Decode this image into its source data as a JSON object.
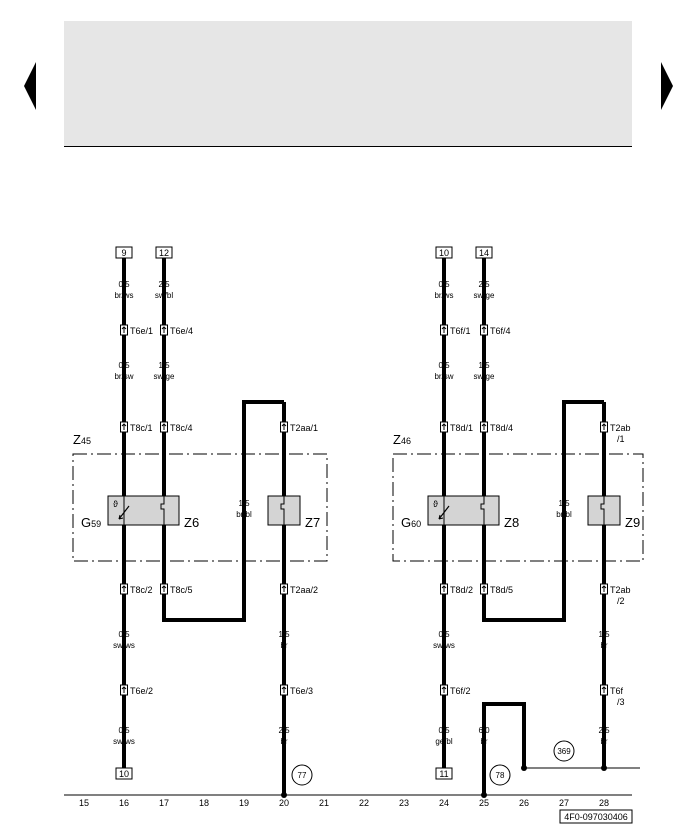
{
  "nav": {
    "prev_icon": "triangle-left-icon",
    "next_icon": "triangle-right-icon"
  },
  "drawing_id": "4F0-097030406",
  "track_numbers": [
    "15",
    "16",
    "17",
    "18",
    "19",
    "20",
    "21",
    "22",
    "23",
    "24",
    "25",
    "26",
    "27",
    "28"
  ],
  "left_group": {
    "zone_label": "Z",
    "zone_sub": "45",
    "sensor_label": "G",
    "sensor_sub": "59",
    "element_a": "Z6",
    "element_b": "Z7",
    "bottom_ground": "77",
    "wires": {
      "w16": {
        "top_ref": "9",
        "seg1": [
          "0,5",
          "br/ws"
        ],
        "conn1": "T6e/1",
        "seg2": [
          "0,5",
          "br/sw"
        ],
        "conn2": "T8c/1",
        "conn3": "T8c/2",
        "seg3": [
          "0,5",
          "sw/ws"
        ],
        "conn4": "T6e/2",
        "seg4": [
          "0,5",
          "sw/ws"
        ],
        "bottom_ref": "10"
      },
      "w17": {
        "top_ref": "12",
        "seg1": [
          "2,5",
          "sw/bl"
        ],
        "conn1": "T6e/4",
        "seg2": [
          "1,5",
          "sw/ge"
        ],
        "conn2": "T8c/4",
        "conn3": "T8c/5"
      },
      "w19": {
        "seg": [
          "1,5",
          "br/bl"
        ]
      },
      "w20": {
        "conn1": "T2aa/1",
        "conn2": "T2aa/2",
        "seg3": [
          "1,5",
          "br"
        ],
        "conn4": "T6e/3",
        "seg4": [
          "2,5",
          "br"
        ]
      }
    }
  },
  "right_group": {
    "zone_label": "Z",
    "zone_sub": "46",
    "sensor_label": "G",
    "sensor_sub": "60",
    "element_a": "Z8",
    "element_b": "Z9",
    "bottom_ground": "78",
    "wires": {
      "w24": {
        "top_ref": "10",
        "seg1": [
          "0,5",
          "br/ws"
        ],
        "conn1": "T6f/1",
        "seg2": [
          "0,5",
          "br/sw"
        ],
        "conn2": "T8d/1",
        "conn3": "T8d/2",
        "seg3": [
          "0,5",
          "sw/ws"
        ],
        "conn4": "T6f/2",
        "seg4": [
          "0,5",
          "ge/bl"
        ],
        "bottom_ref": "11"
      },
      "w25": {
        "top_ref": "14",
        "seg1": [
          "2,5",
          "sw/ge"
        ],
        "conn1": "T6f/4",
        "seg2": [
          "1,5",
          "sw/ge"
        ],
        "conn2": "T8d/4",
        "conn3": "T8d/5",
        "seg4": [
          "6,0",
          "br"
        ]
      },
      "w27": {
        "seg": [
          "1,5",
          "br/bl"
        ]
      },
      "w28": {
        "conn1a": "T2ab",
        "conn1b": "/1",
        "conn2a": "T2ab",
        "conn2b": "/2",
        "seg3": [
          "1,5",
          "br"
        ],
        "conn4a": "T6f",
        "conn4b": "/3",
        "seg4": [
          "2,5",
          "br"
        ]
      },
      "branch_ref": "369"
    }
  }
}
